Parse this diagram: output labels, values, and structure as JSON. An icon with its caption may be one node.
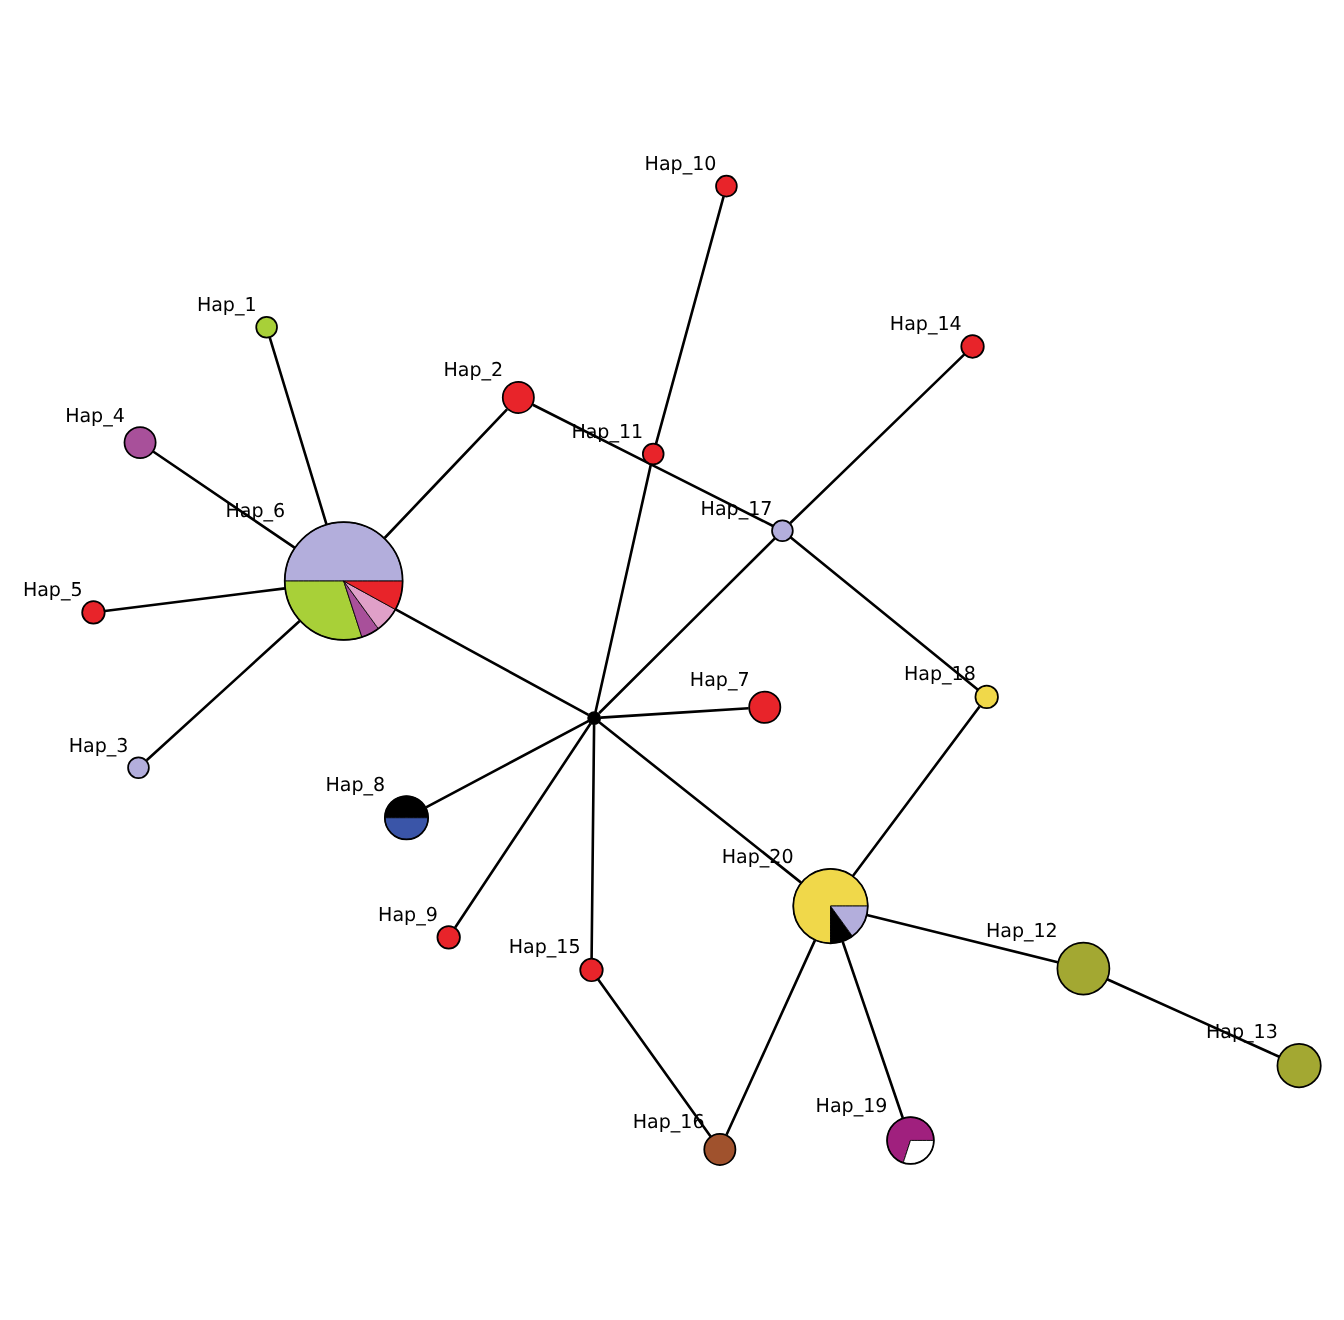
{
  "diagram": {
    "nodes": [
      {
        "text": [],
        "shape": "circle",
        "beside": [
          "Hap_13"
        ]
      },
      {
        "text": [],
        "shape": "circle",
        "beside": [
          "Hap_12"
        ]
      },
      {
        "text": [],
        "shape": "circle",
        "beside": [
          "Hap_19"
        ]
      },
      {
        "text": [],
        "shape": "circle",
        "beside": [
          "Hap_18"
        ]
      },
      {
        "text": [],
        "shape": "circle",
        "beside": [
          "Hap_20"
        ]
      },
      {
        "text": [],
        "shape": "circle",
        "beside": [
          "Hap_16"
        ]
      },
      {
        "text": [],
        "shape": "circle",
        "beside": [
          "Hap_14"
        ]
      },
      {
        "text": [],
        "shape": "circle",
        "beside": [
          "Hap_17"
        ]
      },
      {
        "text": [],
        "shape": "circle"
      },
      {
        "text": [],
        "shape": "circle",
        "beside": [
          "Hap_15"
        ]
      },
      {
        "text": [],
        "shape": "circle",
        "beside": [
          "Hap_9"
        ]
      },
      {
        "text": [],
        "shape": "circle",
        "beside": [
          "Hap_2"
        ]
      },
      {
        "text": [],
        "shape": "circle",
        "beside": [
          "Hap_6"
        ]
      },
      {
        "text": [],
        "shape": "circle",
        "beside": [
          "Hap_7"
        ]
      },
      {
        "text": [],
        "shape": "circle",
        "beside": [
          "Hap_8"
        ]
      },
      {
        "text": [],
        "shape": "circle",
        "beside": [
          "Hap_11"
        ]
      },
      {
        "text": [],
        "shape": "circle",
        "beside": [
          "Hap_1"
        ]
      },
      {
        "text": [],
        "shape": "circle",
        "beside": [
          "Hap_4"
        ]
      },
      {
        "text": [],
        "shape": "circle",
        "beside": [
          "Hap_10"
        ]
      },
      {
        "text": [],
        "shape": "circle",
        "beside": [
          "Hap_3"
        ]
      },
      {
        "text": [],
        "shape": "circle",
        "beside": [
          "Hap_5"
        ]
      }
    ],
    "edges": [
      {
        "from": 0,
        "to": 1,
        "arrow": "none"
      },
      {
        "from": 1,
        "to": 4,
        "arrow": "none"
      },
      {
        "from": 2,
        "to": 4,
        "arrow": "none"
      },
      {
        "from": 3,
        "to": 4,
        "arrow": "none"
      },
      {
        "from": 4,
        "to": 5,
        "arrow": "none"
      },
      {
        "from": 3,
        "to": 7,
        "arrow": "none"
      },
      {
        "from": 4,
        "to": 8,
        "arrow": "none"
      },
      {
        "from": 5,
        "to": 9,
        "arrow": "none"
      },
      {
        "from": 6,
        "to": 7,
        "arrow": "none"
      },
      {
        "from": 7,
        "to": 8,
        "arrow": "none"
      },
      {
        "from": 8,
        "to": 9,
        "arrow": "none"
      },
      {
        "from": 7,
        "to": 11,
        "arrow": "none"
      },
      {
        "from": 8,
        "to": 12,
        "arrow": "none"
      },
      {
        "from": 8,
        "to": 10,
        "arrow": "none"
      },
      {
        "from": 8,
        "to": 13,
        "arrow": "none"
      },
      {
        "from": 8,
        "to": 14,
        "arrow": "none"
      },
      {
        "from": 8,
        "to": 15,
        "arrow": "none"
      },
      {
        "from": 15,
        "to": 18,
        "arrow": "none"
      },
      {
        "from": 12,
        "to": 11,
        "arrow": "none"
      },
      {
        "from": 12,
        "to": 16,
        "arrow": "none"
      },
      {
        "from": 12,
        "to": 17,
        "arrow": "none"
      },
      {
        "from": 12,
        "to": 19,
        "arrow": "none"
      },
      {
        "from": 12,
        "to": 20,
        "arrow": "none"
      }
    ]
  }
}
